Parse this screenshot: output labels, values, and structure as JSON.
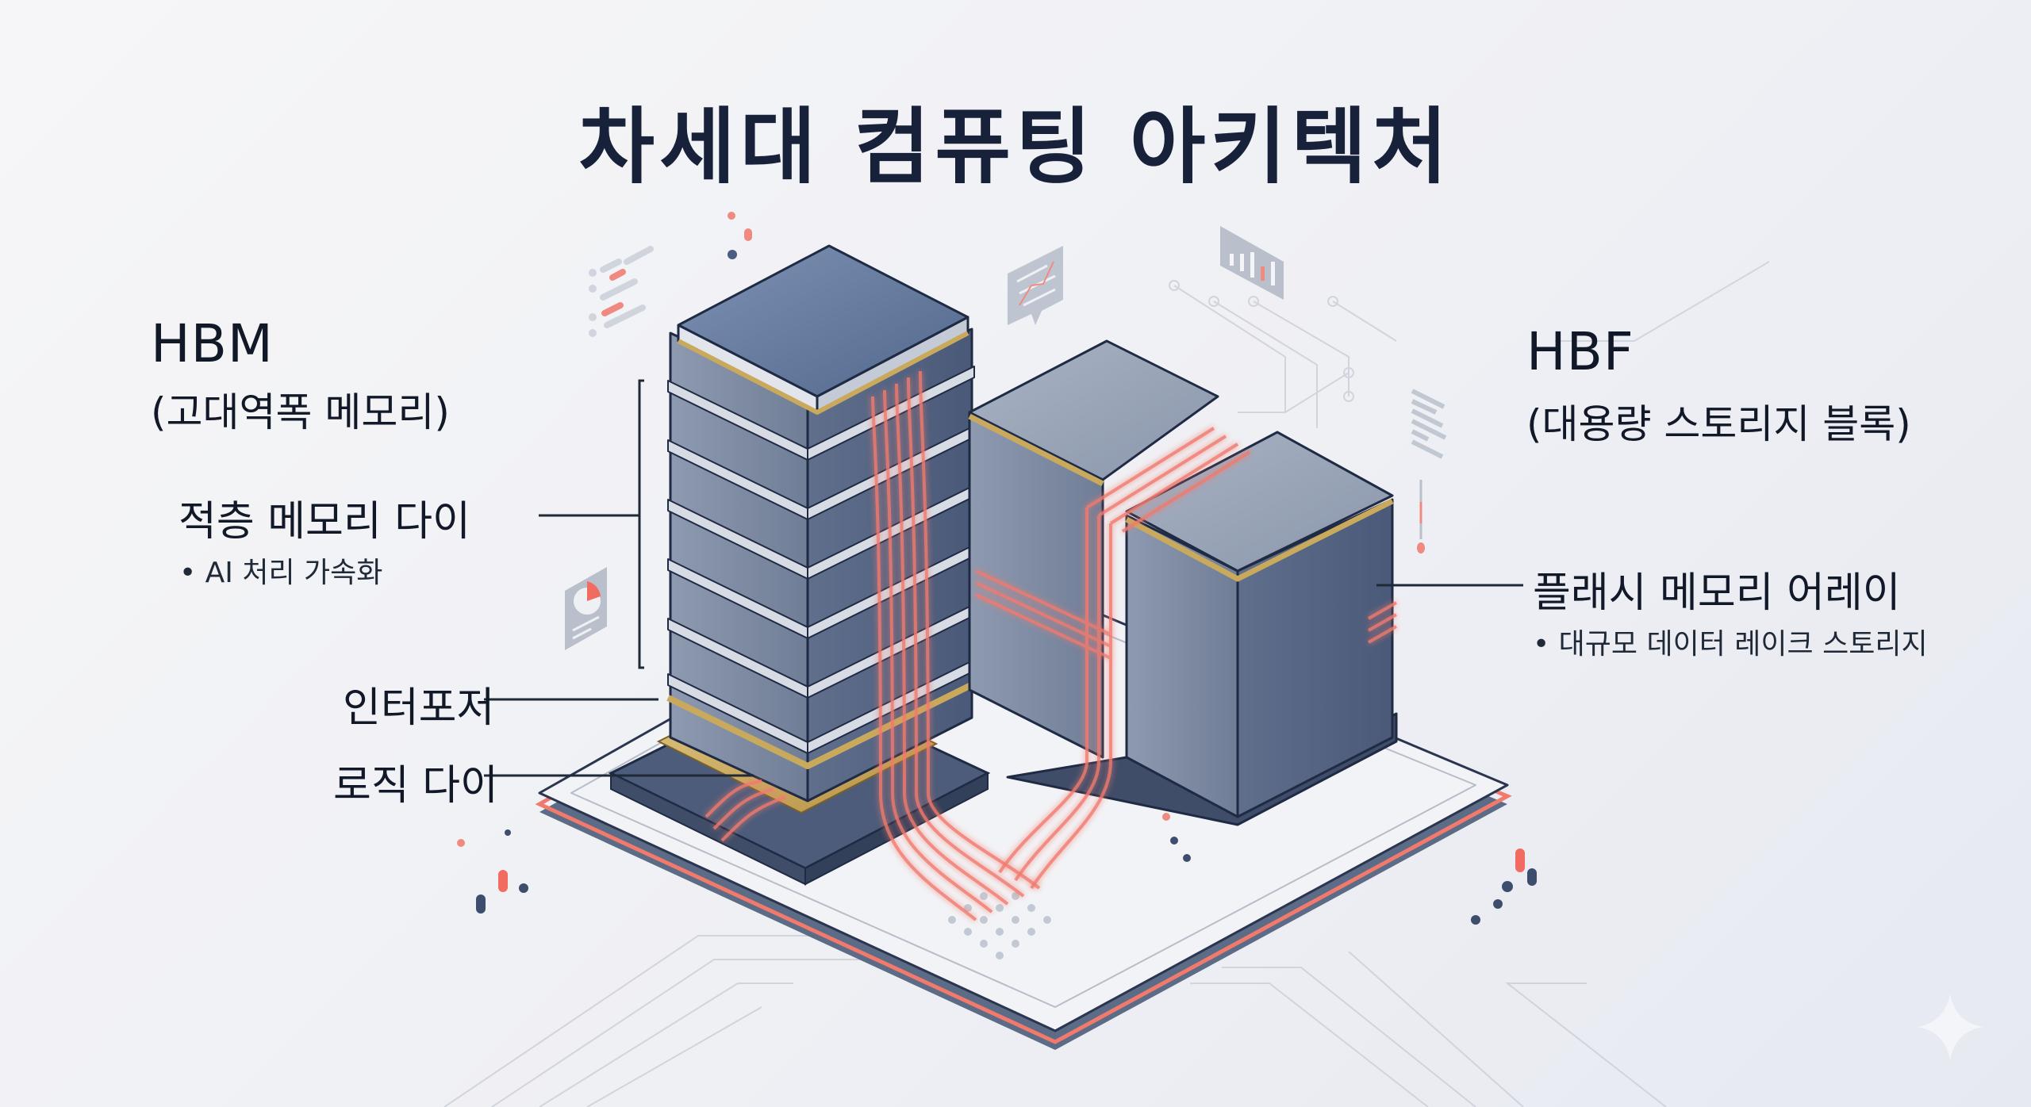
{
  "title": "차세대 컴퓨팅 아키텍처",
  "hbm": {
    "name": "HBM",
    "subtitle": "(고대역폭 메모리)",
    "stacked_die_label": "적층 메모리 다이",
    "stacked_die_bullet": "• AI 처리 가속화",
    "interposer_label": "인터포저",
    "logic_die_label": "로직 다이"
  },
  "hbf": {
    "name": "HBF",
    "subtitle": "(대용량 스토리지 블록)",
    "flash_label": "플래시 메모리 어레이",
    "flash_bullet": "• 대규모 데이터 레이크 스토리지"
  },
  "colors": {
    "die_blue": "#5b6f92",
    "die_silver": "#c9ced8",
    "gold": "#c9a95c",
    "signal_red": "#f27a6e",
    "text_dark": "#17213a",
    "board": "#eef0f4"
  },
  "icons": [
    "document-lines-icon",
    "chat-chart-icon",
    "bar-chart-icon",
    "pie-report-icon",
    "list-lines-icon",
    "thermometer-icon",
    "sparkle-icon"
  ]
}
